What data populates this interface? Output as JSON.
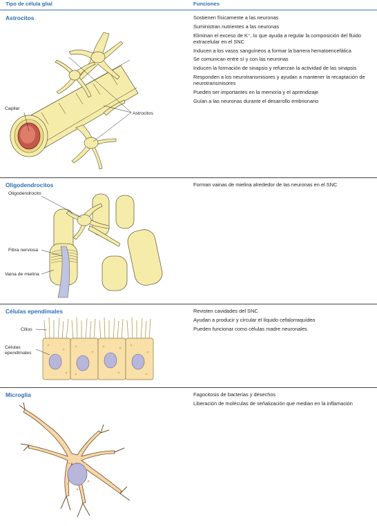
{
  "header": {
    "col_type": "Tipo de célula glial",
    "col_functions": "Funciones"
  },
  "rows": [
    {
      "name": "Astrocitos",
      "functions": [
        "Sostienen físicamente a las neuronas",
        "Suministran nutrientes a las neuronas",
        "Eliminan el exceso de K⁺, lo que ayuda a regular la composición del fluido extracelular en el SNC",
        "Inducen a los vasos sanguíneos a formar la barrera hematoencefálica",
        "Se comunican entre sí y con las neuronas",
        "Inducen la formación de sinapsis y refuerzan la actividad de las sinapsis",
        "Responden a los neurotransmisores y ayudan a mantener la recaptación de neurotransmisores",
        "Pueden ser importantes en la memoria y el aprendizaje",
        "Guían a las neuronas durante el desarrollo embrionario"
      ],
      "labels": {
        "capillary": "Capilar",
        "astrocytes": "Astrocitos"
      }
    },
    {
      "name": "Oligodendrocitos",
      "functions": [
        "Forman vainas de mielina alrededor de las neuronas en el SNC"
      ],
      "labels": {
        "oligodendrocyte": "Oligodendrocito",
        "nerve_fiber": "Fibra nerviosa",
        "myelin_sheath": "Vaina de mielina"
      }
    },
    {
      "name": "Células ependimales",
      "functions": [
        "Revisten cavidades del SNC",
        "Ayudan a producir y circular el líquido cefalorraquídeo",
        "Pueden funcionar como células madre neuronales"
      ],
      "labels": {
        "cilia": "Cilios",
        "ependymal_cells_1": "Células",
        "ependymal_cells_2": "ependimales"
      }
    },
    {
      "name": "Microglía",
      "functions": [
        "Fagocitosis de bacterias y desechos",
        "Liberación de moléculas de señalización que median en la inflamación"
      ],
      "labels": {}
    }
  ],
  "colors": {
    "heading_blue": "#2e6db4",
    "cell_yellow": "#f6ecaa",
    "cell_outline": "#6b6440",
    "capillary_red": "#c4574a",
    "nucleus_lilac": "#b9b6dc",
    "microglia_peach": "#f6d7a8"
  }
}
